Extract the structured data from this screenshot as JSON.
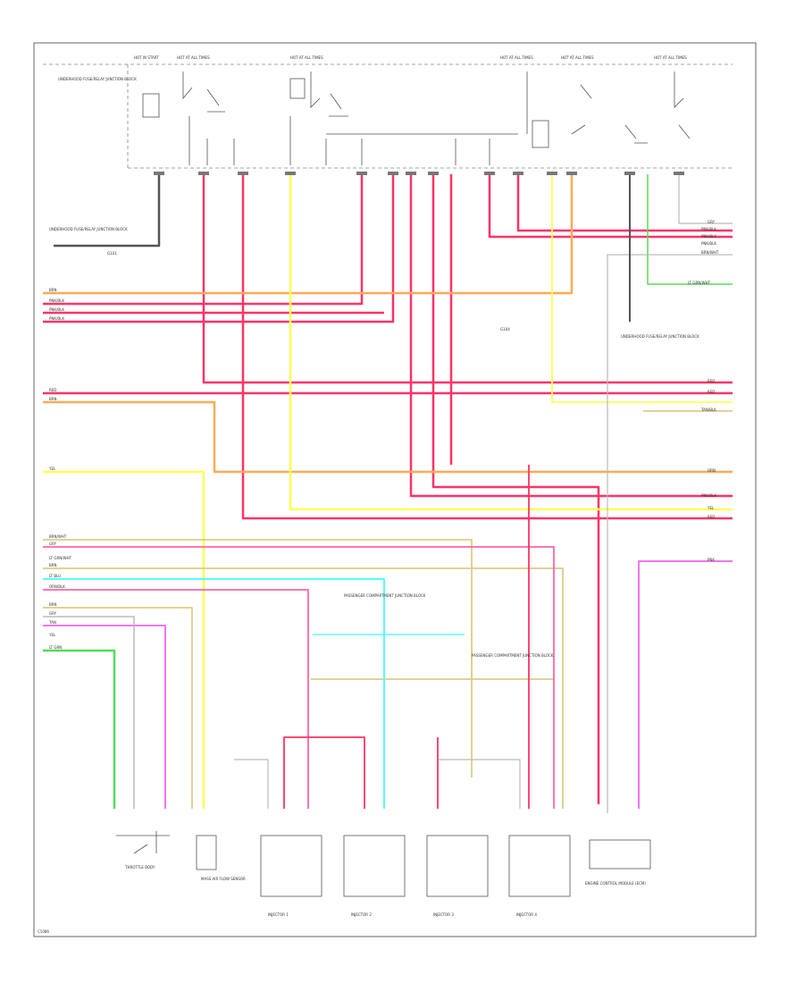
{
  "footer_code": "C1086",
  "colors": {
    "red": "#ff3366",
    "pink": "#ff66aa",
    "orange": "#ffaa55",
    "yellow": "#ffff55",
    "tan": "#ddcc88",
    "green": "#55dd55",
    "cyan": "#55ffff",
    "violet": "#ee66ee",
    "black": "#555555",
    "grey": "#bbbbbb"
  },
  "top_labels": {
    "hot_in_start": "HOT IN START",
    "hot_at_all_times_1": "HOT AT ALL TIMES",
    "hot_at_all_times_2": "HOT AT ALL TIMES",
    "hot_at_all_times_3": "HOT AT ALL TIMES",
    "hot_at_all_times_4": "HOT AT ALL TIMES",
    "hot_at_all_times_5": "HOT AT ALL TIMES"
  },
  "module_labels": {
    "underhood_junction": "UNDERHOOD FUSE/RELAY JUNCTION BLOCK",
    "underhood_junction_2": "UNDERHOOD FUSE/RELAY JUNCTION BLOCK",
    "underhood_junction_3": "UNDERHOOD FUSE/RELAY JUNCTION BLOCK",
    "passenger_junction": "PASSENGER COMPARTMENT JUNCTION BLOCK",
    "passenger_junction_2": "PASSENGER COMPARTMENT JUNCTION BLOCK",
    "g104": "G104",
    "g101": "G101"
  },
  "component_labels": {
    "throttle_body": "THROTTLE BODY",
    "mass_air_flow": "MASS AIR FLOW SENSOR",
    "injector_1": "INJECTOR 1",
    "injector_2": "INJECTOR 2",
    "injector_3": "INJECTOR 3",
    "injector_4": "INJECTOR 4",
    "ecm": "ENGINE CONTROL MODULE (ECM)"
  },
  "wire_labels_left": [
    "BRN",
    "PNK/BLK",
    "PNK/BLK",
    "PNK/BLK",
    "RED",
    "BRN",
    "YEL",
    "BRN/WHT",
    "GRY",
    "LT GRN/WHT",
    "BRN",
    "LT BLU",
    "ORN/BLK",
    "BRN",
    "GRY",
    "TAN",
    "YEL",
    "LT GRN"
  ],
  "wire_labels_right": [
    "GRY",
    "PNK/BLK",
    "PNK/BLK",
    "PNK/BLK",
    "BRN/WHT",
    "LT GRN/WHT",
    "RED",
    "RED",
    "TAN/BLK",
    "ORN",
    "PNK/BLK",
    "YEL",
    "RED",
    "PNK"
  ]
}
